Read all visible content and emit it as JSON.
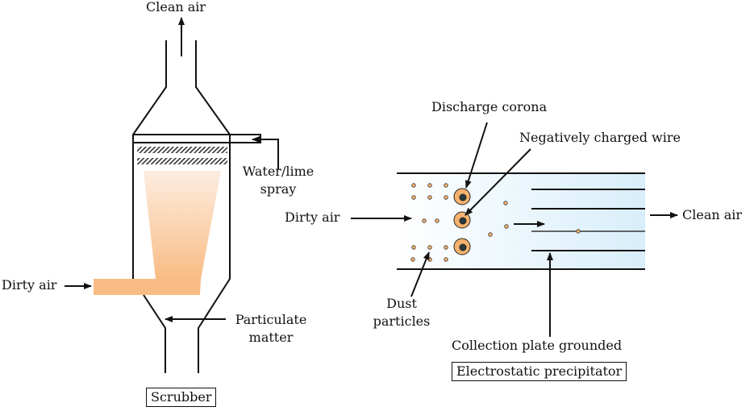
{
  "scrubber": {
    "clean_air": "Clean air",
    "water_lime_line1": "Water/lime",
    "water_lime_line2": "spray",
    "dirty_air": "Dirty air",
    "particulate_line1": "Particulate",
    "particulate_line2": "matter",
    "caption": "Scrubber",
    "colors": {
      "stream": "#F9BC85"
    }
  },
  "esp": {
    "discharge_corona": "Discharge corona",
    "negative_wire": "Negatively charged wire",
    "dirty_air": "Dirty air",
    "clean_air": "Clean air",
    "dust_line1": "Dust",
    "dust_line2": "particles",
    "collection_plate": "Collection plate grounded",
    "caption": "Electrostatic precipitator",
    "colors": {
      "flow": "#D8EEFA",
      "particle": "#F4B26E"
    }
  }
}
